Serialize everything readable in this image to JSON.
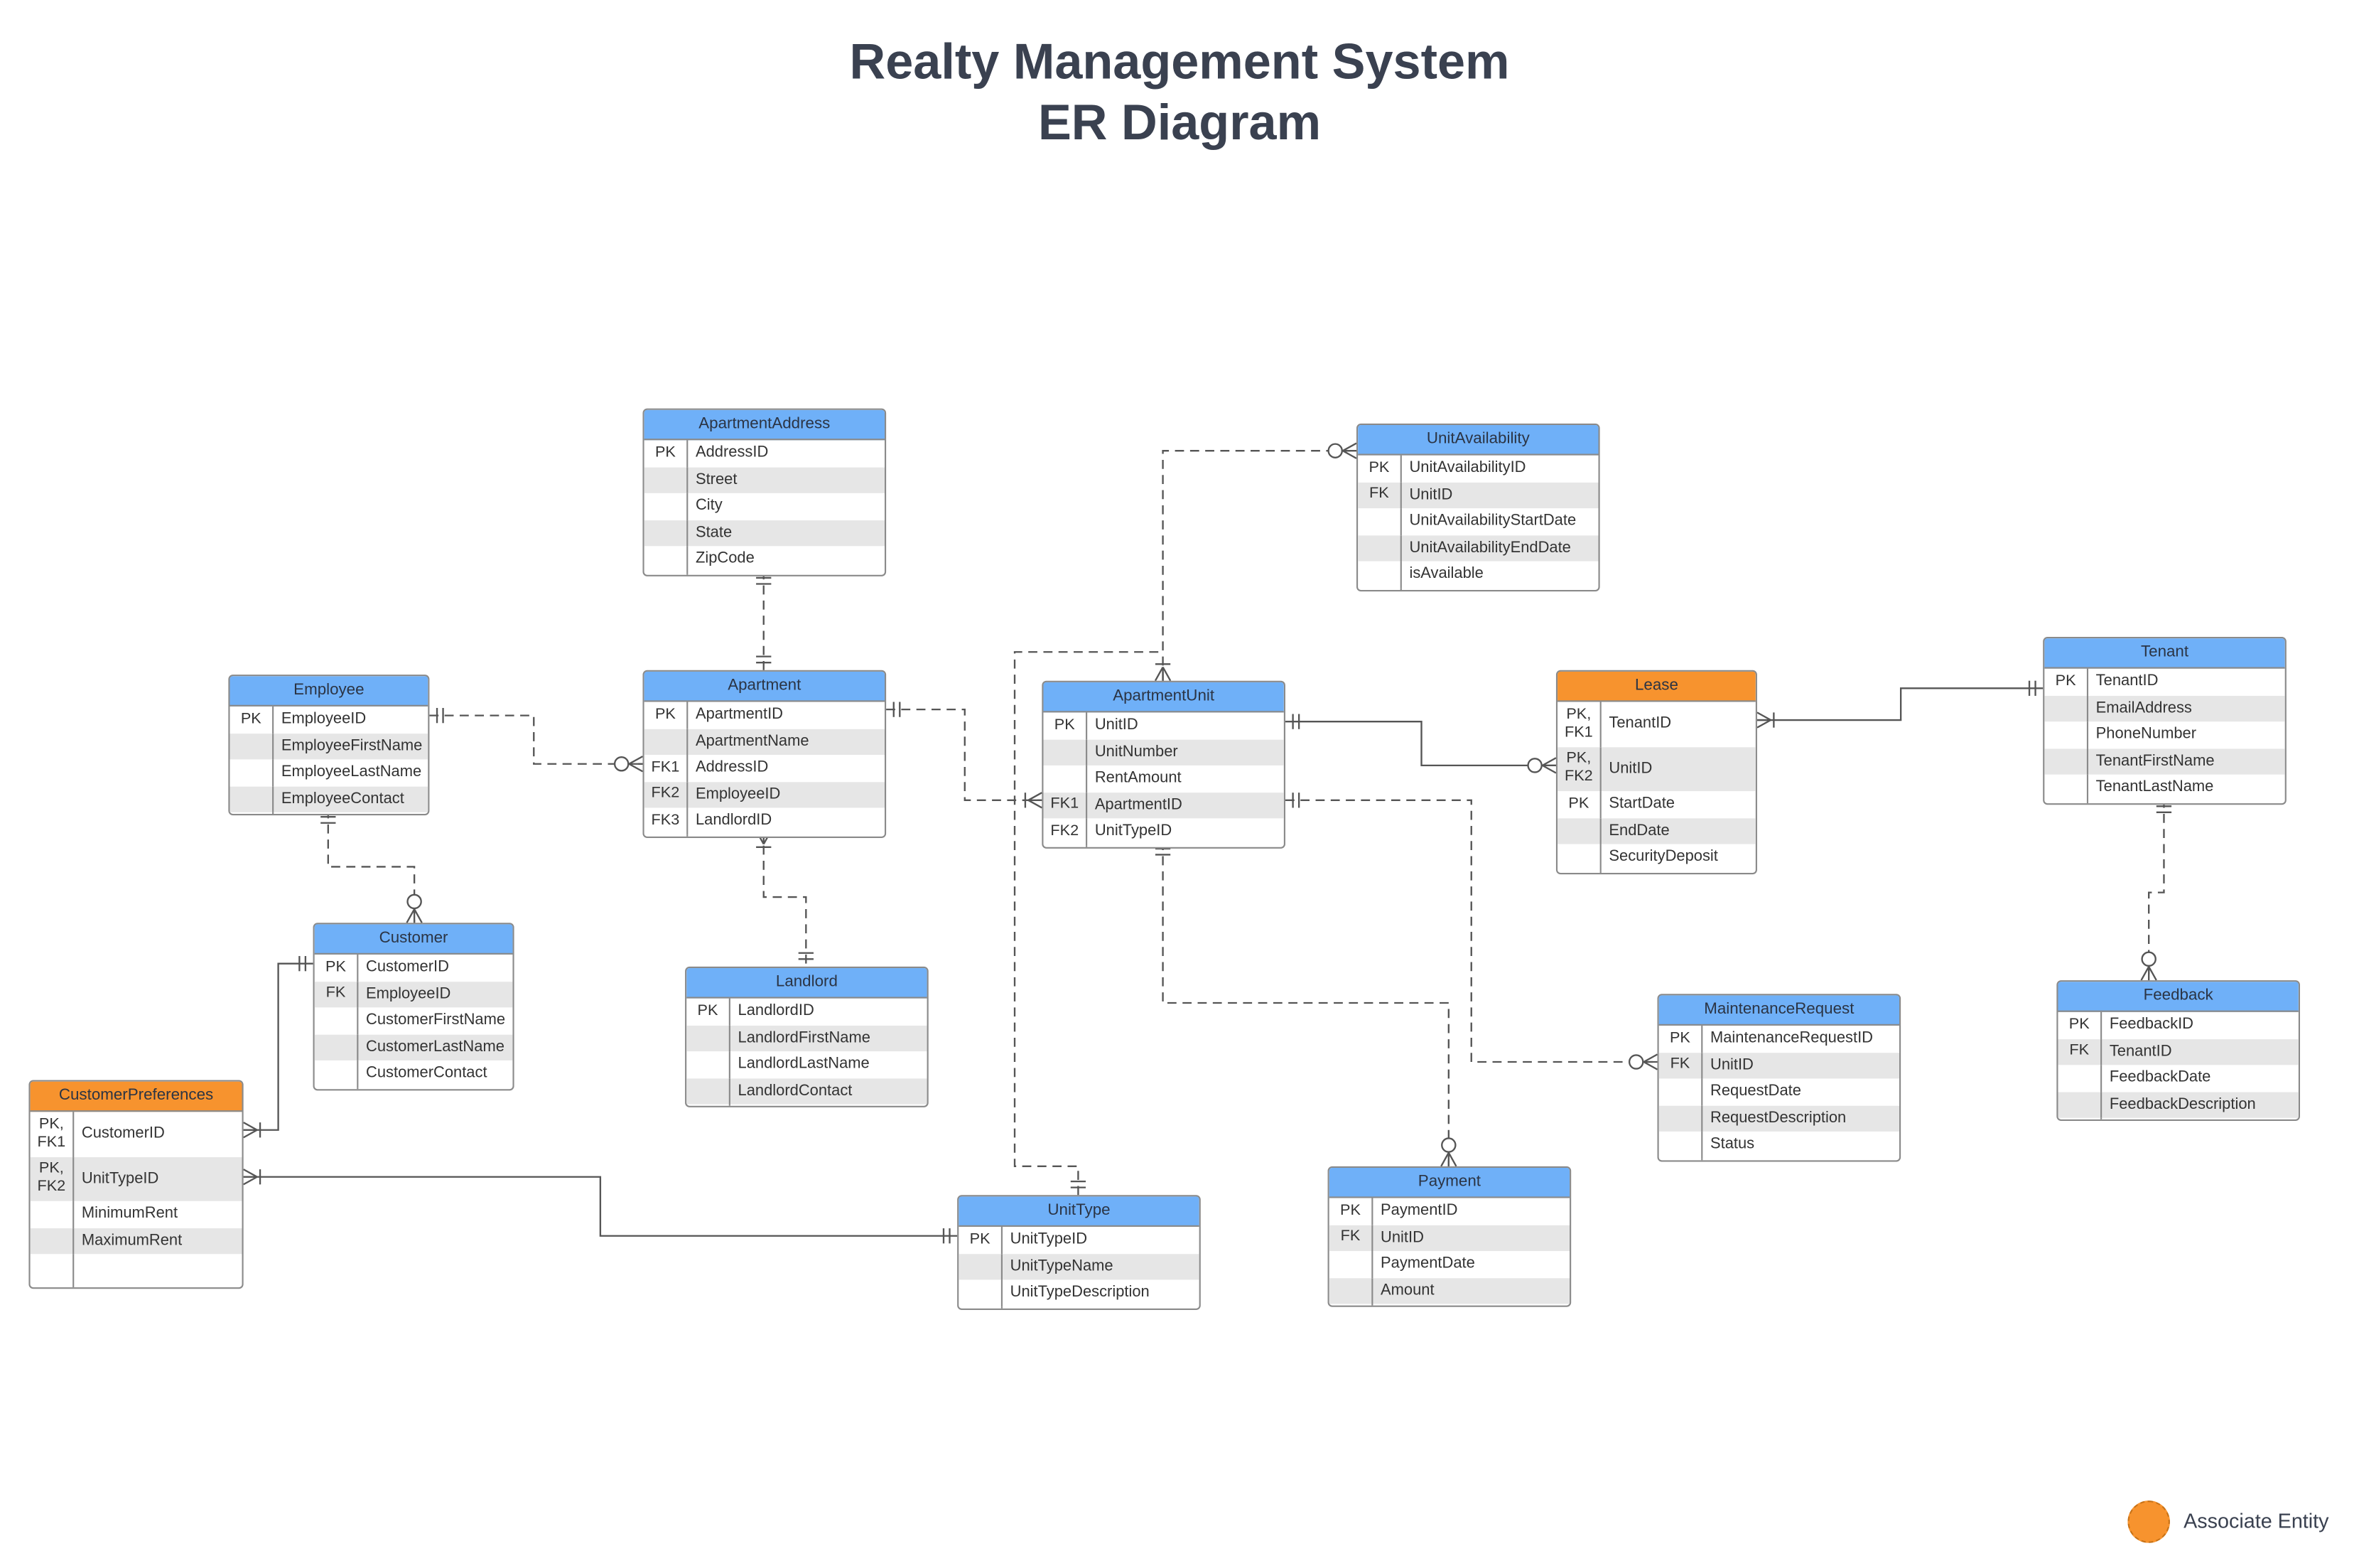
{
  "title_line1": "Realty Management System",
  "title_line2": "ER Diagram",
  "legend": {
    "label": "Associate Entity",
    "color": "#f7932e"
  },
  "colors": {
    "entity_header": "#6fb0f8",
    "associate_header": "#f7932e",
    "alt_row": "#e6e6e6",
    "line": "#555555"
  },
  "entities": {
    "apartment_address": {
      "name": "ApartmentAddress",
      "rows": [
        {
          "key": "PK",
          "attr": "AddressID"
        },
        {
          "key": "",
          "attr": "Street"
        },
        {
          "key": "",
          "attr": "City"
        },
        {
          "key": "",
          "attr": "State"
        },
        {
          "key": "",
          "attr": "ZipCode"
        }
      ]
    },
    "unit_availability": {
      "name": "UnitAvailability",
      "rows": [
        {
          "key": "PK",
          "attr": "UnitAvailabilityID"
        },
        {
          "key": "FK",
          "attr": "UnitID"
        },
        {
          "key": "",
          "attr": "UnitAvailabilityStartDate"
        },
        {
          "key": "",
          "attr": "UnitAvailabilityEndDate"
        },
        {
          "key": "",
          "attr": "isAvailable"
        }
      ]
    },
    "employee": {
      "name": "Employee",
      "rows": [
        {
          "key": "PK",
          "attr": "EmployeeID"
        },
        {
          "key": "",
          "attr": "EmployeeFirstName"
        },
        {
          "key": "",
          "attr": "EmployeeLastName"
        },
        {
          "key": "",
          "attr": "EmployeeContact"
        }
      ]
    },
    "apartment": {
      "name": "Apartment",
      "rows": [
        {
          "key": "PK",
          "attr": "ApartmentID"
        },
        {
          "key": "",
          "attr": "ApartmentName"
        },
        {
          "key": "FK1",
          "attr": "AddressID"
        },
        {
          "key": "FK2",
          "attr": "EmployeeID"
        },
        {
          "key": "FK3",
          "attr": "LandlordID"
        }
      ]
    },
    "apartment_unit": {
      "name": "ApartmentUnit",
      "rows": [
        {
          "key": "PK",
          "attr": "UnitID"
        },
        {
          "key": "",
          "attr": "UnitNumber"
        },
        {
          "key": "",
          "attr": "RentAmount"
        },
        {
          "key": "FK1",
          "attr": "ApartmentID"
        },
        {
          "key": "FK2",
          "attr": "UnitTypeID"
        }
      ]
    },
    "lease": {
      "name": "Lease",
      "rows": [
        {
          "key": "PK,\nFK1",
          "attr": "TenantID"
        },
        {
          "key": "PK,\nFK2",
          "attr": "UnitID"
        },
        {
          "key": "PK",
          "attr": "StartDate"
        },
        {
          "key": "",
          "attr": "EndDate"
        },
        {
          "key": "",
          "attr": "SecurityDeposit"
        }
      ]
    },
    "tenant": {
      "name": "Tenant",
      "rows": [
        {
          "key": "PK",
          "attr": "TenantID"
        },
        {
          "key": "",
          "attr": "EmailAddress"
        },
        {
          "key": "",
          "attr": "PhoneNumber"
        },
        {
          "key": "",
          "attr": "TenantFirstName"
        },
        {
          "key": "",
          "attr": "TenantLastName"
        }
      ]
    },
    "customer": {
      "name": "Customer",
      "rows": [
        {
          "key": "PK",
          "attr": "CustomerID"
        },
        {
          "key": "FK",
          "attr": "EmployeeID"
        },
        {
          "key": "",
          "attr": "CustomerFirstName"
        },
        {
          "key": "",
          "attr": "CustomerLastName"
        },
        {
          "key": "",
          "attr": "CustomerContact"
        }
      ]
    },
    "landlord": {
      "name": "Landlord",
      "rows": [
        {
          "key": "PK",
          "attr": "LandlordID"
        },
        {
          "key": "",
          "attr": "LandlordFirstName"
        },
        {
          "key": "",
          "attr": "LandlordLastName"
        },
        {
          "key": "",
          "attr": "LandlordContact"
        }
      ]
    },
    "maintenance_request": {
      "name": "MaintenanceRequest",
      "rows": [
        {
          "key": "PK",
          "attr": "MaintenanceRequestID"
        },
        {
          "key": "FK",
          "attr": "UnitID"
        },
        {
          "key": "",
          "attr": "RequestDate"
        },
        {
          "key": "",
          "attr": "RequestDescription"
        },
        {
          "key": "",
          "attr": "Status"
        }
      ]
    },
    "feedback": {
      "name": "Feedback",
      "rows": [
        {
          "key": "PK",
          "attr": "FeedbackID"
        },
        {
          "key": "FK",
          "attr": "TenantID"
        },
        {
          "key": "",
          "attr": "FeedbackDate"
        },
        {
          "key": "",
          "attr": "FeedbackDescription"
        }
      ]
    },
    "customer_preferences": {
      "name": "CustomerPreferences",
      "rows": [
        {
          "key": "PK,\nFK1",
          "attr": "CustomerID"
        },
        {
          "key": "PK,\nFK2",
          "attr": "UnitTypeID"
        },
        {
          "key": "",
          "attr": "MinimumRent"
        },
        {
          "key": "",
          "attr": "MaximumRent"
        }
      ]
    },
    "unit_type": {
      "name": "UnitType",
      "rows": [
        {
          "key": "PK",
          "attr": "UnitTypeID"
        },
        {
          "key": "",
          "attr": "UnitTypeName"
        },
        {
          "key": "",
          "attr": "UnitTypeDescription"
        }
      ]
    },
    "payment": {
      "name": "Payment",
      "rows": [
        {
          "key": "PK",
          "attr": "PaymentID"
        },
        {
          "key": "FK",
          "attr": "UnitID"
        },
        {
          "key": "",
          "attr": "PaymentDate"
        },
        {
          "key": "",
          "attr": "Amount"
        }
      ]
    }
  }
}
